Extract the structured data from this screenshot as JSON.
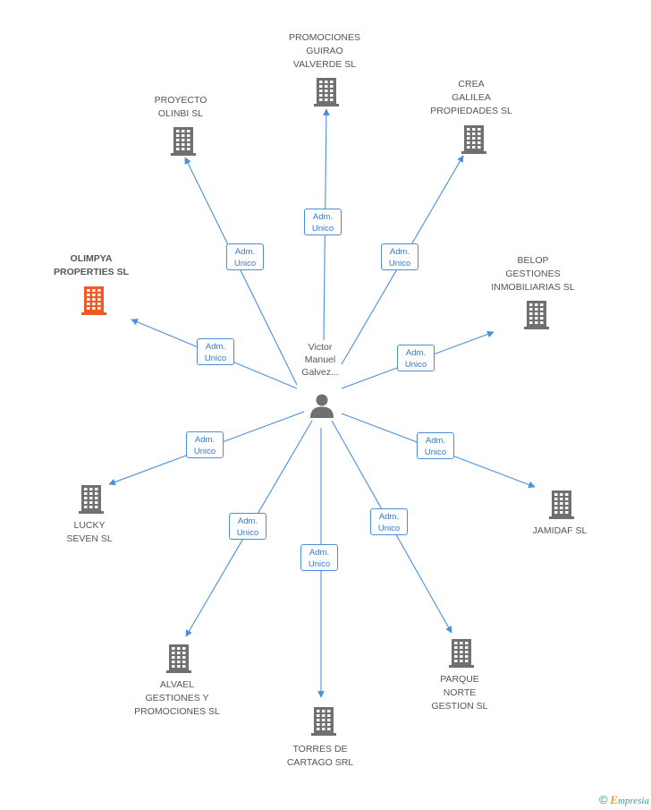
{
  "center": {
    "name": "Victor\nManuel\nGalvez..."
  },
  "role_line1": "Adm.",
  "role_line2": "Unico",
  "companies": [
    {
      "id": "promociones",
      "name": "PROMOCIONES\nGUIRAO\nVALVERDE  SL",
      "highlight": false
    },
    {
      "id": "proyecto",
      "name": "PROYECTO\nOLINBI SL",
      "highlight": false
    },
    {
      "id": "crea",
      "name": "CREA\nGALILEA\nPROPIEDADES SL",
      "highlight": false
    },
    {
      "id": "olimpya",
      "name": "OLIMPYA\nPROPERTIES SL",
      "highlight": true
    },
    {
      "id": "belop",
      "name": "BELOP\nGESTIONES\nINMOBILIARIAS SL",
      "highlight": false
    },
    {
      "id": "lucky",
      "name": "LUCKY\nSEVEN SL",
      "highlight": false
    },
    {
      "id": "jamidaf",
      "name": "JAMIDAF SL",
      "highlight": false
    },
    {
      "id": "alvael",
      "name": "ALVAEL\nGESTIONES Y\nPROMOCIONES SL",
      "highlight": false
    },
    {
      "id": "parque",
      "name": "PARQUE\nNORTE\nGESTION SL",
      "highlight": false
    },
    {
      "id": "torres",
      "name": "TORRES DE\nCARTAGO SRL",
      "highlight": false
    }
  ],
  "colors": {
    "edge": "#4a8fdc",
    "building": "#707070",
    "building_highlight": "#f05a28"
  },
  "footer": {
    "copyright": "©",
    "brand_initial": "E",
    "brand_rest": "mpresia"
  }
}
